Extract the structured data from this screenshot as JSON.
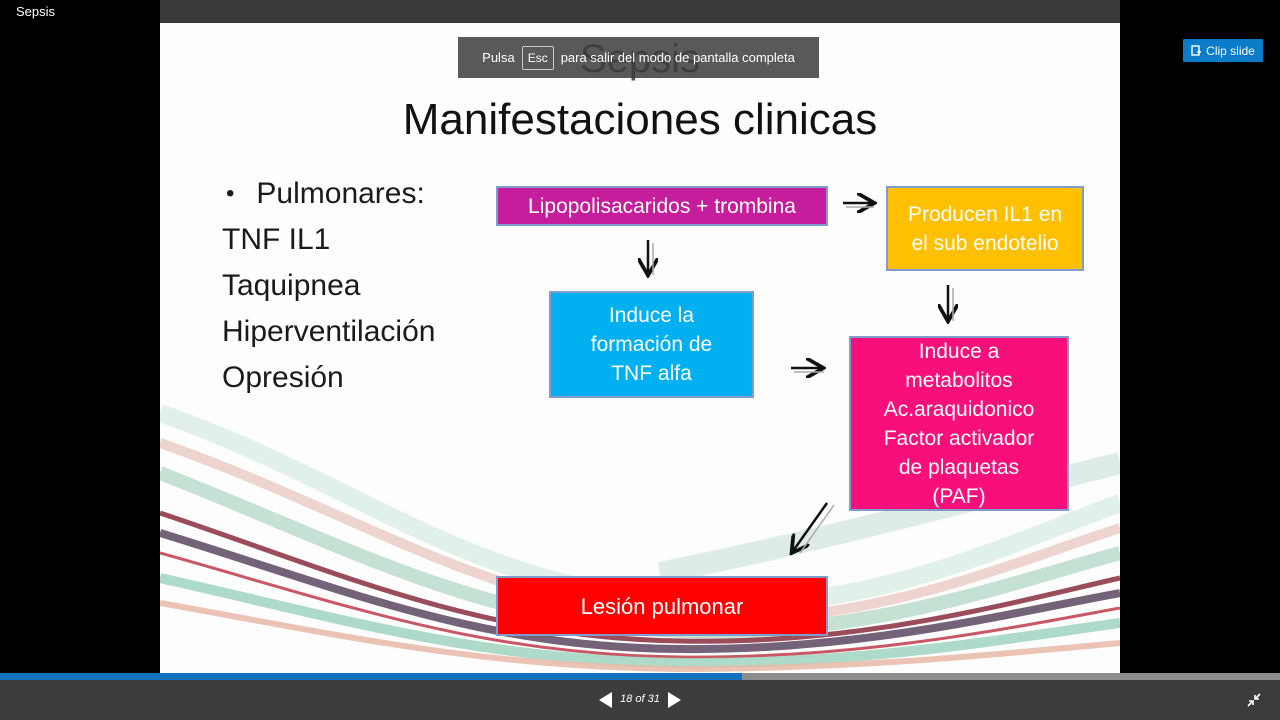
{
  "app": {
    "title": "Sepsis"
  },
  "fullscreen_toast": {
    "prefix": "Pulsa",
    "key": "Esc",
    "suffix": "para salir del modo de pantalla completa"
  },
  "toolbar": {
    "clip_label": "Clip slide",
    "clip_icon": "clip-icon"
  },
  "slide": {
    "ghost_title": "Sepsis",
    "title": "Manifestaciones clinicas",
    "left_heading": "Pulmonares:",
    "left_items": [
      "TNF IL1",
      "Taquipnea",
      "Hiperventilación",
      "Opresión"
    ],
    "boxes": {
      "lipo": "Lipopolisacaridos + trombina",
      "il1": [
        "Producen IL1 en",
        "el sub endotelio"
      ],
      "tnf": [
        "Induce la",
        "formación de",
        "TNF alfa"
      ],
      "meta": [
        "Induce a",
        "metabolitos",
        "Ac.araquidonico",
        "Factor activador",
        "de plaquetas",
        "(PAF)"
      ],
      "lesion": "Lesión pulmonar"
    },
    "colors": {
      "lipo": "#c51d9b",
      "il1": "#fec000",
      "tnf": "#00b0f0",
      "meta": "#f90f79",
      "lesion": "#fe0000"
    }
  },
  "navigation": {
    "page_label": "18 of 31",
    "progress": 0.58
  }
}
